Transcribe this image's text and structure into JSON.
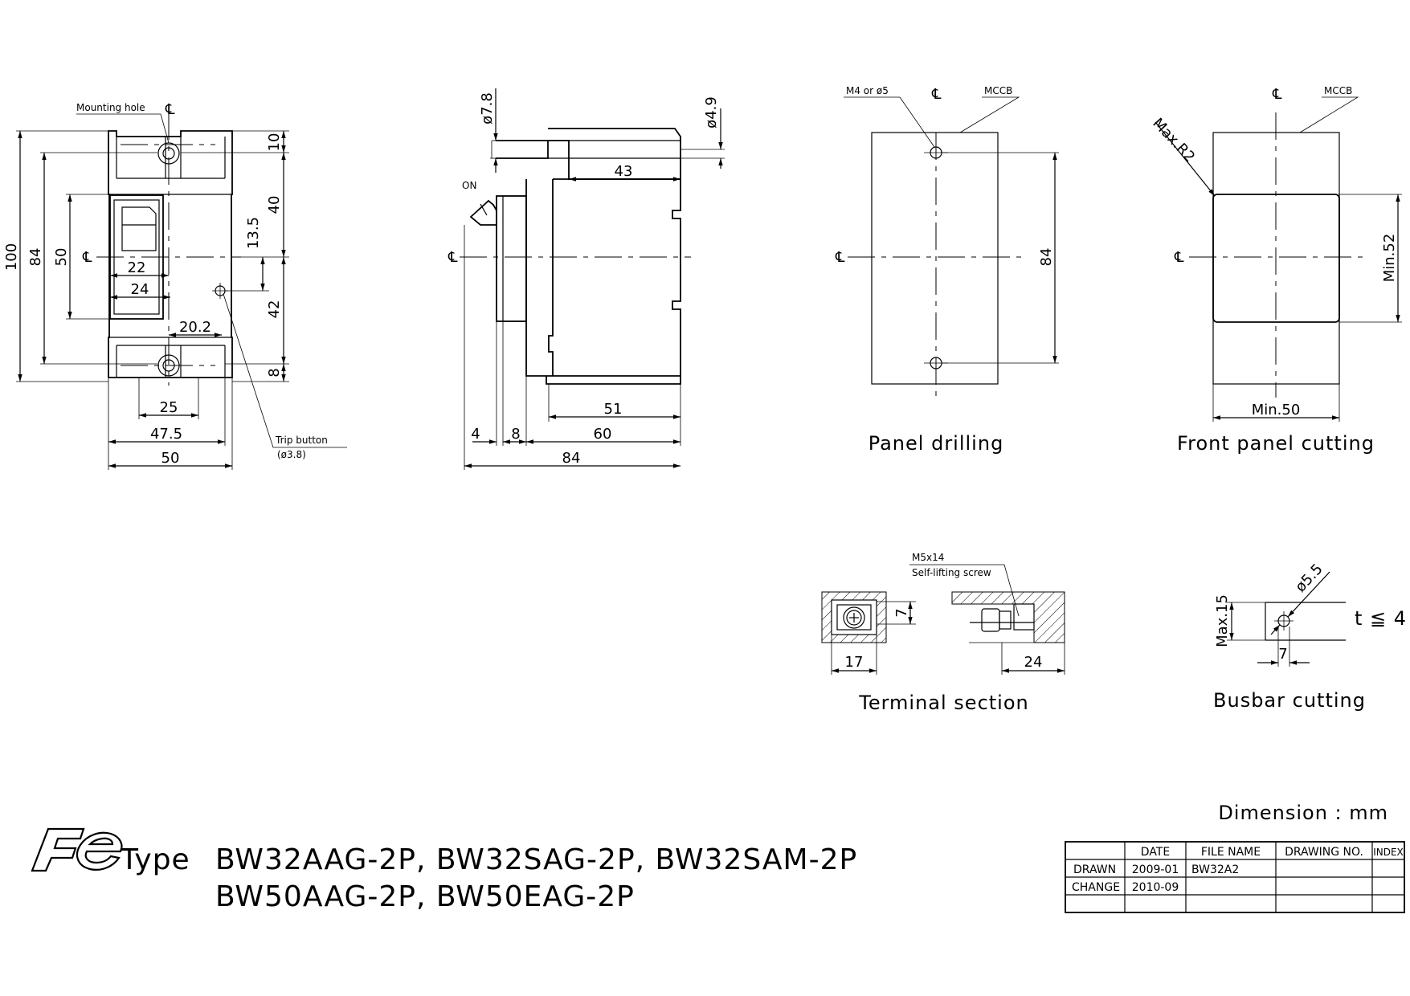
{
  "labels": {
    "mounting_hole": "Mounting hole",
    "trip_button": "Trip button",
    "trip_dia": "(ø3.8)",
    "cl": "℄",
    "on": "ON",
    "m4": "M4 or ø5",
    "mccb": "MCCB",
    "max_r2": "Max.R2",
    "min52": "Min.52",
    "min50": "Min.50",
    "m5x14": "M5x14",
    "self_lifting": "Self-lifting screw",
    "max15": "Max.15",
    "dia55": "ø5.5",
    "t4": "t ≦ 4"
  },
  "dims": {
    "front": {
      "h100": "100",
      "h84": "84",
      "h50": "50",
      "d22": "22",
      "d24": "24",
      "d20_2": "20.2",
      "d25": "25",
      "d47_5": "47.5",
      "d50": "50",
      "r10": "10",
      "r40": "40",
      "r13_5": "13.5",
      "r42": "42",
      "r8": "8"
    },
    "side": {
      "d7_8": "ø7.8",
      "d4_9": "ø4.9",
      "d43": "43",
      "d51": "51",
      "d4": "4",
      "d8": "8",
      "d60": "60",
      "d84": "84"
    },
    "panel": {
      "d84": "84"
    },
    "terminal": {
      "d7": "7",
      "d17": "17",
      "d24": "24"
    },
    "busbar": {
      "d7": "7"
    }
  },
  "captions": {
    "panel_drilling": "Panel drilling",
    "front_panel_cutting": "Front panel cutting",
    "terminal_section": "Terminal section",
    "busbar_cutting": "Busbar cutting"
  },
  "units": "Dimension : mm",
  "type_label": "Type",
  "models_line1": "BW32AAG-2P, BW32SAG-2P, BW32SAM-2P",
  "models_line2": "BW50AAG-2P, BW50EAG-2P",
  "title_block": {
    "headers": [
      "DATE",
      "FILE NAME",
      "DRAWING NO.",
      "INDEX"
    ],
    "rows": [
      {
        "label": "DRAWN",
        "date": "2009-01",
        "file": "BW32A2",
        "drawing_no": "",
        "index": ""
      },
      {
        "label": "CHANGE",
        "date": "2010-09",
        "file": "",
        "drawing_no": "",
        "index": ""
      },
      {
        "label": "",
        "date": "",
        "file": "",
        "drawing_no": "",
        "index": ""
      }
    ]
  }
}
